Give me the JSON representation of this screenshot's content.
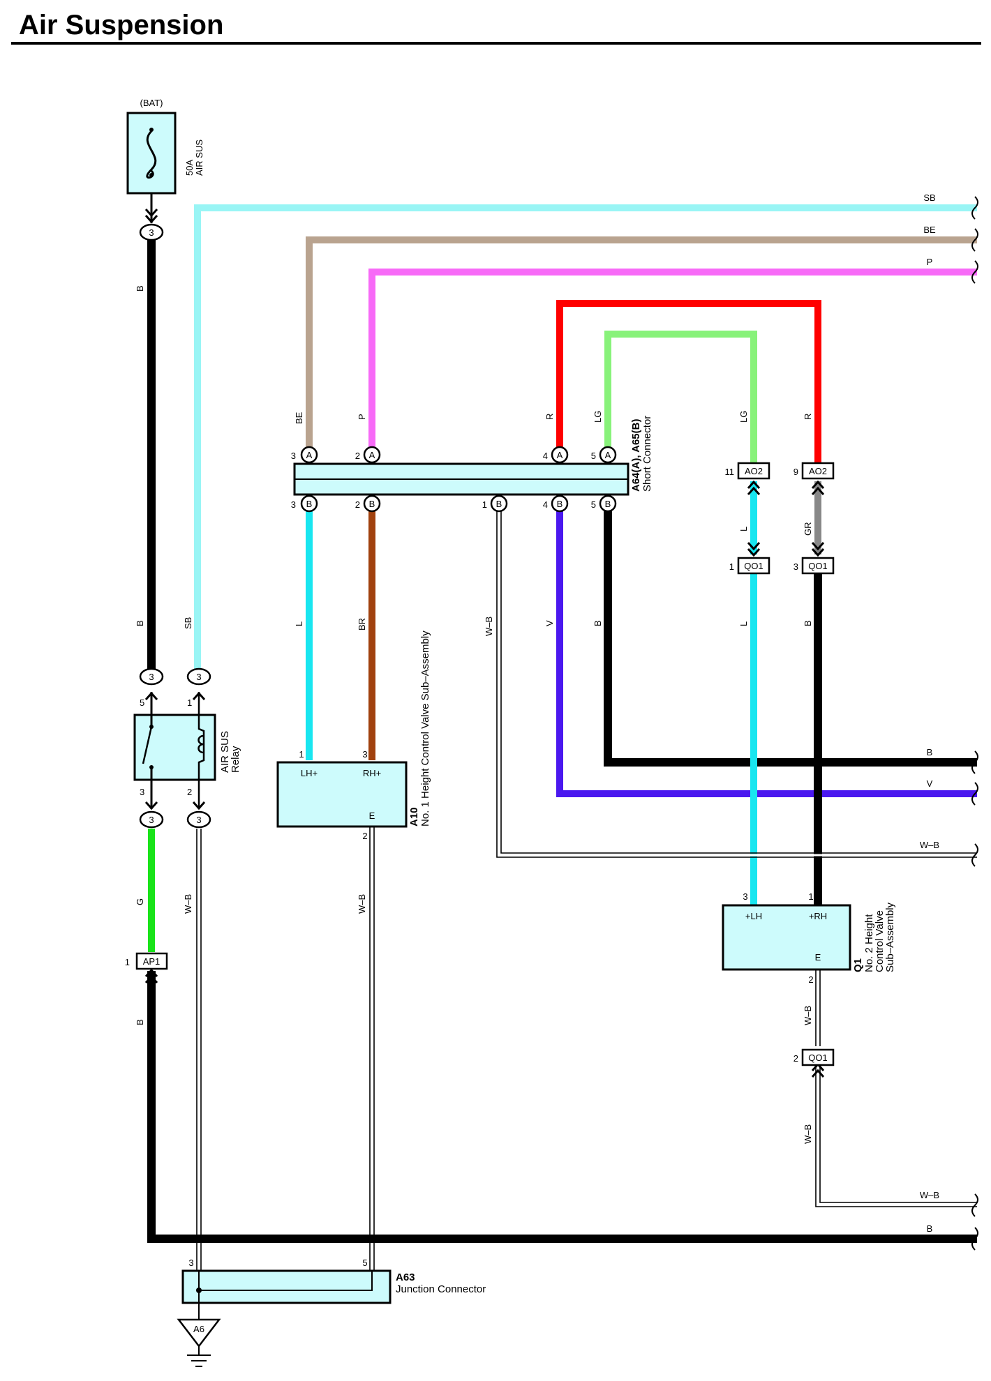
{
  "page": {
    "title": "Air Suspension"
  },
  "colors": {
    "SB": "#99f5f5",
    "BE": "#b9a38f",
    "P": "#f76af7",
    "R": "#ff0000",
    "LG": "#88f27a",
    "L": "#18e6f0",
    "BR": "#a1410e",
    "V": "#4a18ef",
    "B": "#000000",
    "G": "#19e319",
    "GR": "#888888",
    "component_fill": "#cdfbfc"
  },
  "fuse": {
    "source": "(BAT)",
    "rating": "50A",
    "name": "AIR SUS"
  },
  "relay": {
    "name_line1": "AIR SUS",
    "name_line2": "Relay",
    "pin_labels": [
      "5",
      "1",
      "3",
      "2"
    ]
  },
  "short_connector": {
    "id": "A64(A), A65(B)",
    "name": "Short Connector"
  },
  "valve1": {
    "id": "A10",
    "name": "No. 1 Height Control Valve Sub–Assembly",
    "term_lh": "LH+",
    "term_rh": "RH+",
    "term_e": "E"
  },
  "valve2": {
    "id": "Q1",
    "name_line1": "No. 2 Height",
    "name_line2": "Control Valve",
    "name_line3": "Sub–Assembly",
    "term_lh": "+LH",
    "term_rh": "+RH",
    "term_e": "E"
  },
  "junction": {
    "id": "A63",
    "name": "Junction Connector"
  },
  "ground": {
    "id": "A6"
  },
  "connectors": {
    "ap1": "AP1",
    "ao2": "AO2",
    "qo1": "QO1",
    "pass_3": "3",
    "letter_a": "A",
    "letter_b": "B"
  },
  "wire_labels": {
    "sb": "SB",
    "be": "BE",
    "p": "P",
    "r": "R",
    "lg": "LG",
    "l": "L",
    "br": "BR",
    "wb": "W–B",
    "v": "V",
    "b": "B",
    "g": "G",
    "gr": "GR"
  },
  "pins": {
    "sc_a": [
      "3",
      "2",
      "4",
      "5"
    ],
    "sc_b": [
      "3",
      "2",
      "1",
      "4",
      "5"
    ],
    "ao2": [
      "11",
      "9"
    ],
    "qo1": [
      "1",
      "3",
      "2"
    ],
    "a10": [
      "1",
      "3",
      "2"
    ],
    "q1": [
      "3",
      "1",
      "2"
    ],
    "a63": [
      "3",
      "5"
    ],
    "ap1": [
      "1"
    ]
  }
}
